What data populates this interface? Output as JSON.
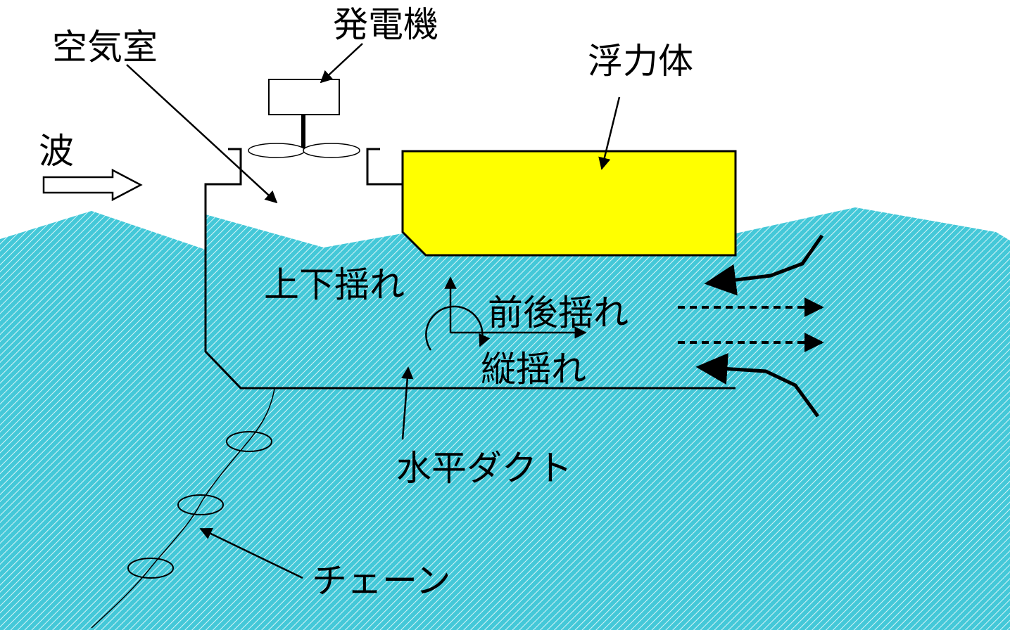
{
  "labels": {
    "air_chamber": "空気室",
    "generator": "発電機",
    "float_body": "浮力体",
    "wave": "波",
    "heave": "上下揺れ",
    "surge": "前後揺れ",
    "pitch": "縦揺れ",
    "horizontal_duct": "水平ダクト",
    "chain": "チェーン"
  },
  "colors": {
    "water": "#44c8d8",
    "water_hatch": "#d8f4f8",
    "float_body": "#ffff00",
    "line": "#000000",
    "background": "#ffffff"
  },
  "icons": {
    "wave_direction": "hollow-right-arrow-icon",
    "flow": "curved-arrow-icon",
    "dashed_flow": "dashed-arrow-icon"
  }
}
